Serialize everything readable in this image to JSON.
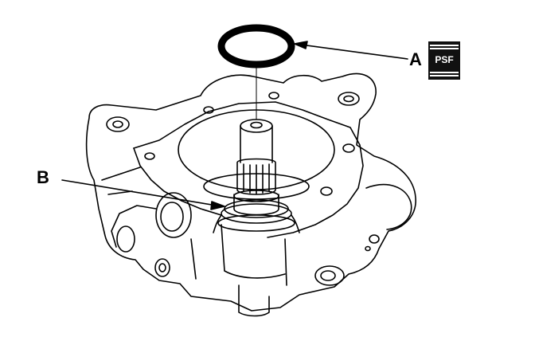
{
  "labels": {
    "a": "A",
    "b": "B"
  },
  "psf_badge": {
    "text": "PSF"
  }
}
